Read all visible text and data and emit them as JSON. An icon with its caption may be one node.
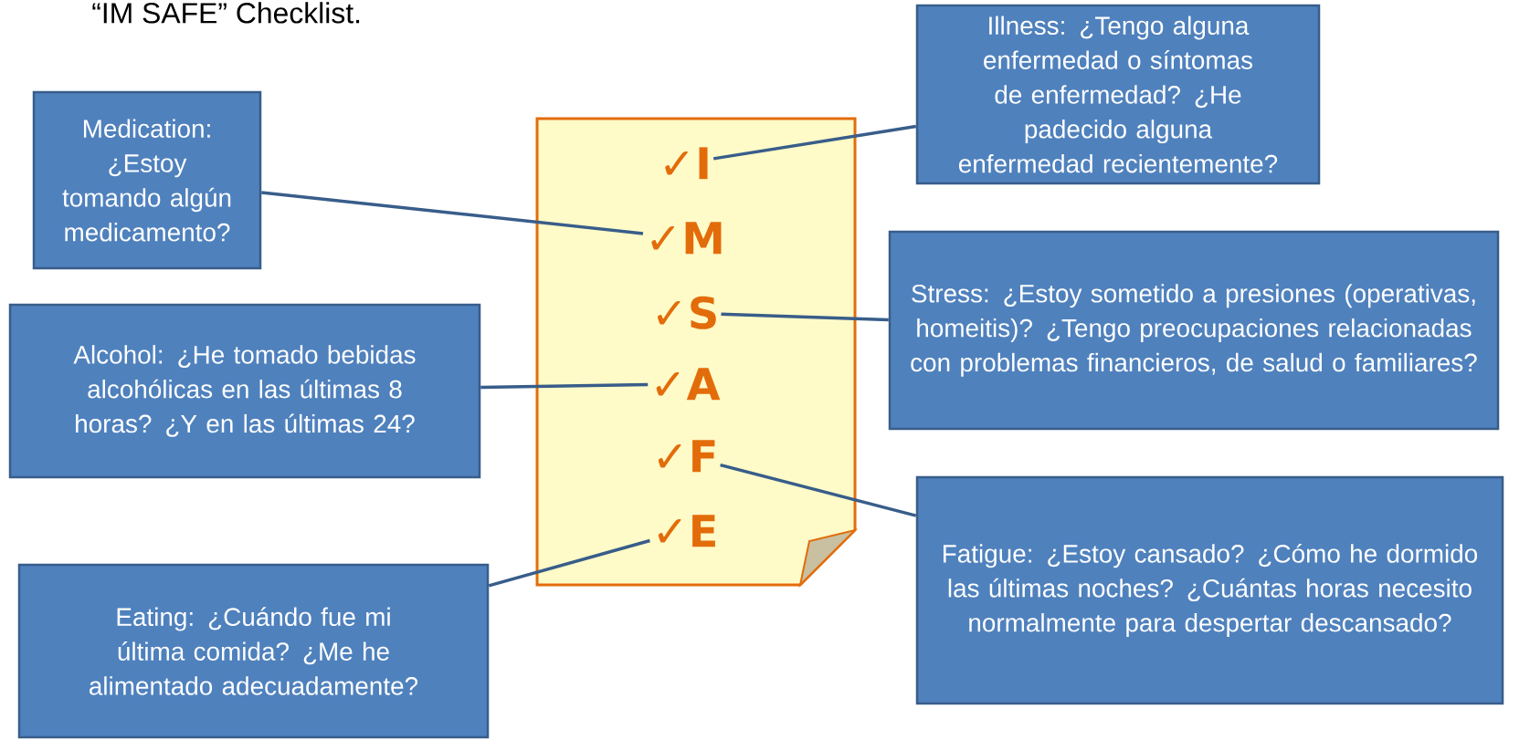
{
  "diagram": {
    "title": "“IM SAFE” Checklist.",
    "nodes": [
      {
        "text": [],
        "shape": "box"
      },
      {
        "text": [
          "✓I"
        ],
        "in": 0
      },
      {
        "text": [
          "✓M"
        ],
        "in": 0
      },
      {
        "text": [
          "✓S"
        ],
        "in": 0
      },
      {
        "text": [
          "✓A"
        ],
        "in": 0
      },
      {
        "text": [
          "✓F"
        ],
        "in": 0
      },
      {
        "text": [
          "✓E"
        ],
        "in": 0
      },
      {
        "text": [
          "Medication: ¿Estoy tomando algún medicamento?"
        ]
      },
      {
        "text": [
          "Illness: ¿Tengo alguna enfermedad o síntomas de enfermedad? ¿He padecido alguna enfermedad recientemente?"
        ]
      },
      {
        "text": [
          "Stress: ¿Estoy sometido a presiones (operativas, homeitis)? ¿Tengo preocupaciones relacionadas con problemas financieros, de salud o familiares?"
        ]
      },
      {
        "text": [
          "Alcohol: ¿He tomado bebidas alcohólicas en las últimas 8 horas? ¿Y en las últimas 24?"
        ]
      },
      {
        "text": [
          "Fatigue: ¿Estoy cansado? ¿Cómo he dormido las últimas noches? ¿Cuántas horas necesito normalmente para despertar descansado?"
        ]
      },
      {
        "text": [
          "Eating: ¿Cuándo fue mi última comida? ¿Me he alimentado adecuadamente?"
        ]
      }
    ],
    "edges": [
      {
        "from": 7,
        "to": 2,
        "arrow": "none"
      },
      {
        "from": 8,
        "to": 1,
        "arrow": "none"
      },
      {
        "from": 9,
        "to": 3,
        "arrow": "none"
      },
      {
        "from": 10,
        "to": 4,
        "arrow": "none"
      },
      {
        "from": 11,
        "to": 5,
        "arrow": "none"
      },
      {
        "from": 12,
        "to": 6,
        "arrow": "none"
      }
    ]
  }
}
